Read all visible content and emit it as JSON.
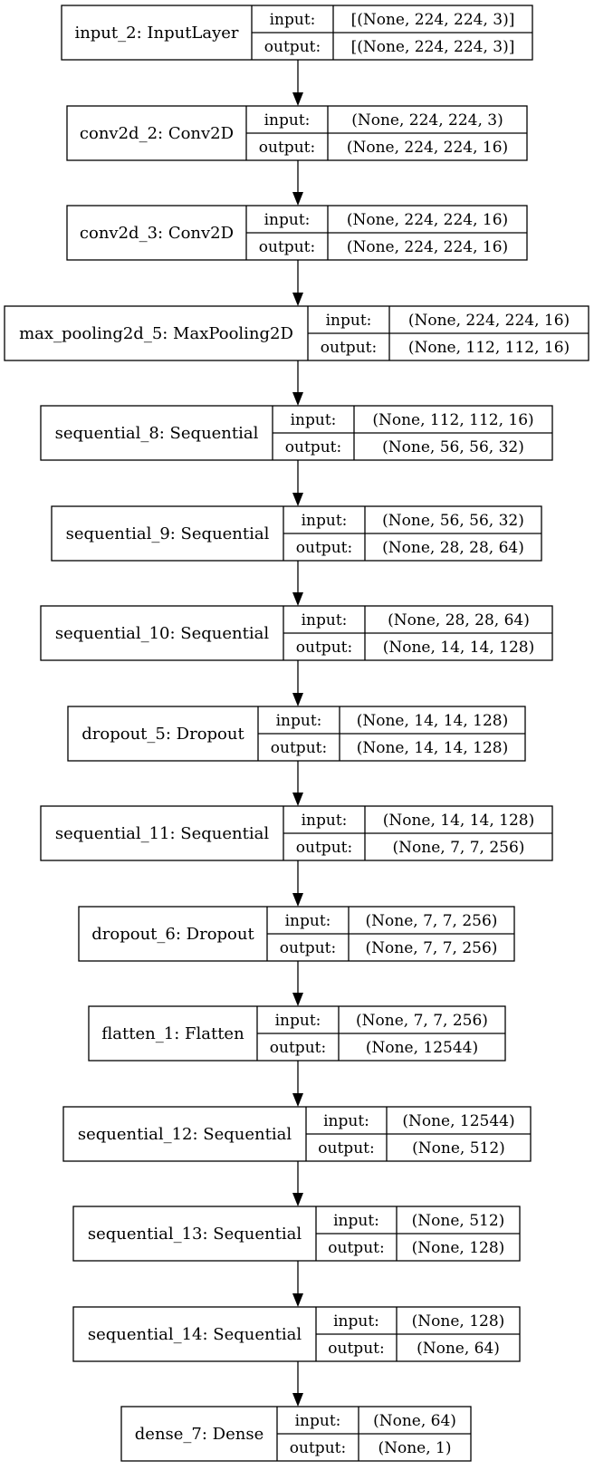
{
  "labels": {
    "input": "input:",
    "output": "output:"
  },
  "nodes": [
    {
      "name": "input_2: InputLayer",
      "input": "[(None, 224, 224, 3)]",
      "output": "[(None, 224, 224, 3)]"
    },
    {
      "name": "conv2d_2: Conv2D",
      "input": "(None, 224, 224, 3)",
      "output": "(None, 224, 224, 16)"
    },
    {
      "name": "conv2d_3: Conv2D",
      "input": "(None, 224, 224, 16)",
      "output": "(None, 224, 224, 16)"
    },
    {
      "name": "max_pooling2d_5: MaxPooling2D",
      "input": "(None, 224, 224, 16)",
      "output": "(None, 112, 112, 16)"
    },
    {
      "name": "sequential_8: Sequential",
      "input": "(None, 112, 112, 16)",
      "output": "(None, 56, 56, 32)"
    },
    {
      "name": "sequential_9: Sequential",
      "input": "(None, 56, 56, 32)",
      "output": "(None, 28, 28, 64)"
    },
    {
      "name": "sequential_10: Sequential",
      "input": "(None, 28, 28, 64)",
      "output": "(None, 14, 14, 128)"
    },
    {
      "name": "dropout_5: Dropout",
      "input": "(None, 14, 14, 128)",
      "output": "(None, 14, 14, 128)"
    },
    {
      "name": "sequential_11: Sequential",
      "input": "(None, 14, 14, 128)",
      "output": "(None, 7, 7, 256)"
    },
    {
      "name": "dropout_6: Dropout",
      "input": "(None, 7, 7, 256)",
      "output": "(None, 7, 7, 256)"
    },
    {
      "name": "flatten_1: Flatten",
      "input": "(None, 7, 7, 256)",
      "output": "(None, 12544)"
    },
    {
      "name": "sequential_12: Sequential",
      "input": "(None, 12544)",
      "output": "(None, 512)"
    },
    {
      "name": "sequential_13: Sequential",
      "input": "(None, 512)",
      "output": "(None, 128)"
    },
    {
      "name": "sequential_14: Sequential",
      "input": "(None, 128)",
      "output": "(None, 64)"
    },
    {
      "name": "dense_7: Dense",
      "input": "(None, 64)",
      "output": "(None, 1)"
    }
  ]
}
